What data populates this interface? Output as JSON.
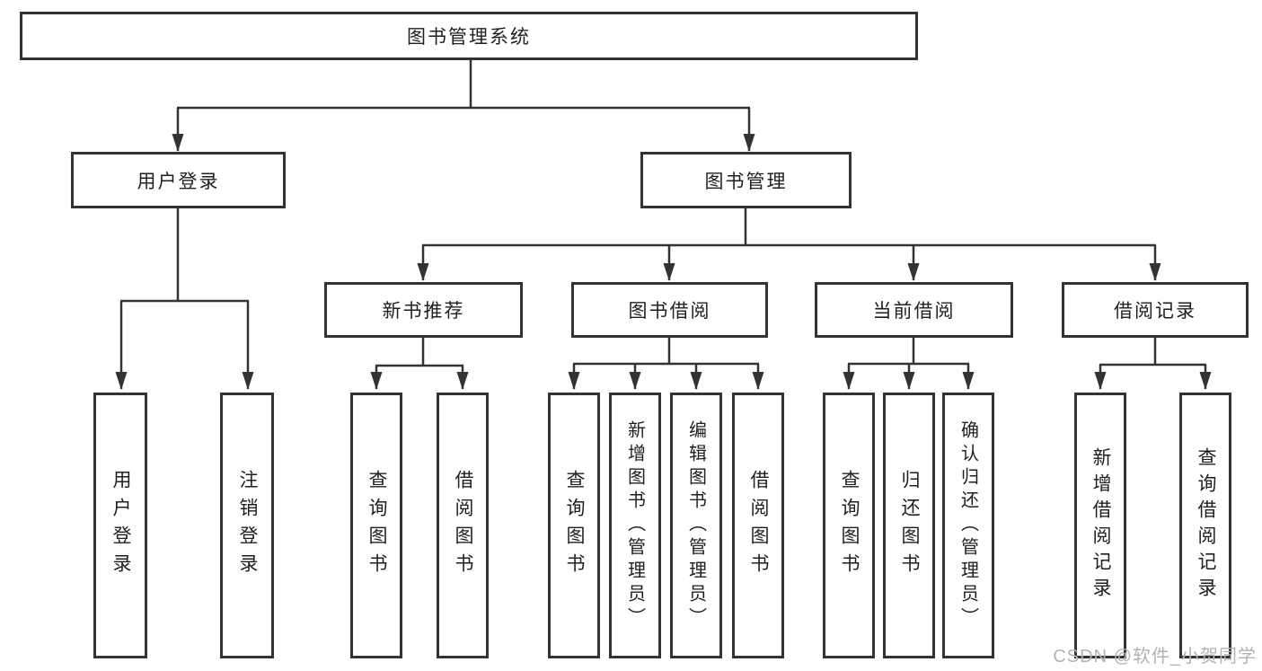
{
  "tree": {
    "root": {
      "label": "图书管理系统"
    },
    "branches": [
      {
        "label": "用户登录",
        "children": [
          {
            "label": "用户登录"
          },
          {
            "label": "注销登录"
          }
        ]
      },
      {
        "label": "图书管理",
        "children": [
          {
            "label": "新书推荐",
            "children": [
              {
                "label": "查询图书"
              },
              {
                "label": "借阅图书"
              }
            ]
          },
          {
            "label": "图书借阅",
            "children": [
              {
                "label": "查询图书"
              },
              {
                "label": "新增图书（管理员）"
              },
              {
                "label": "编辑图书（管理员）"
              },
              {
                "label": "借阅图书"
              }
            ]
          },
          {
            "label": "当前借阅",
            "children": [
              {
                "label": "查询图书"
              },
              {
                "label": "归还图书"
              },
              {
                "label": "确认归还（管理员）"
              }
            ]
          },
          {
            "label": "借阅记录",
            "children": [
              {
                "label": "新增借阅记录"
              },
              {
                "label": "查询借阅记录"
              }
            ]
          }
        ]
      }
    ]
  },
  "watermark": {
    "text": "CSDN @软件_小贺同学"
  },
  "colors": {
    "line": "#333333",
    "box_border": "#333333",
    "text": "#1f1f1f",
    "background": "#ffffff",
    "watermark": "#b3b3b3"
  }
}
